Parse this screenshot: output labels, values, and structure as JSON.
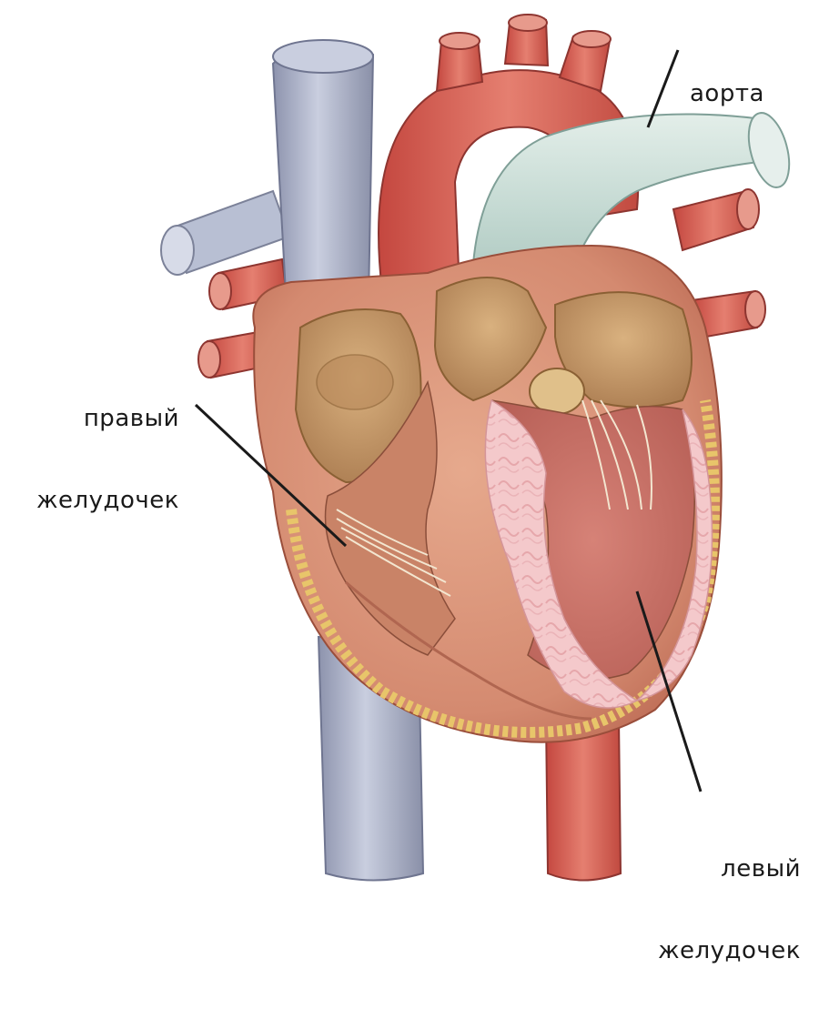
{
  "labels": {
    "aorta": "аорта",
    "right_ventricle": [
      "правый",
      "желудочек"
    ],
    "left_ventricle": [
      "левый",
      "желудочек"
    ]
  },
  "colors": {
    "vein": "#a7adc4",
    "artery": "#d9685e",
    "aorta": "#c7dcd6",
    "muscle": "#d9947a",
    "inner_chamber": "#c49a6c",
    "myocardium": "#f2c2c4",
    "fat": "#e8c56a",
    "leader_line": "#1a1a1a"
  }
}
